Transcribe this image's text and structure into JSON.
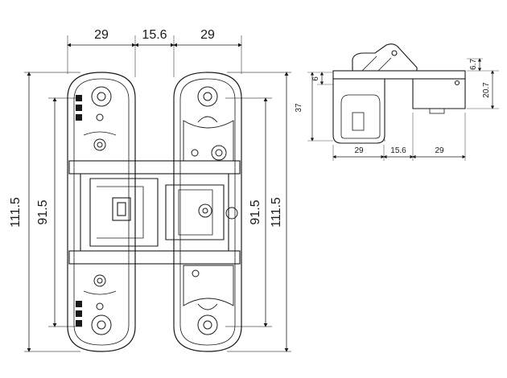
{
  "front_view": {
    "dims_top": [
      "29",
      "15.6",
      "29"
    ],
    "height_left_outer": "111.5",
    "height_left_inner": "91.5",
    "height_right_inner": "91.5",
    "height_right_outer": "111.5"
  },
  "side_view": {
    "dims_bottom": [
      "29",
      "15.6",
      "29"
    ],
    "left_height": "37",
    "left_small": "6",
    "right_top": "6.7",
    "right_height": "20.7"
  },
  "colors": {
    "line": "#1a1a1a",
    "dim_line": "#555555",
    "fill": "#ffffff"
  }
}
